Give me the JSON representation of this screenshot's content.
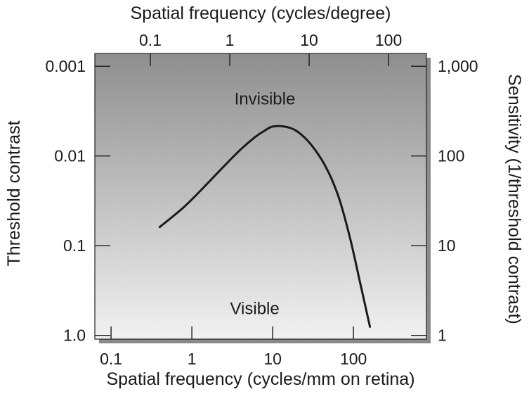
{
  "chart_data": {
    "type": "line",
    "top_axis_label": "Spatial frequency (cycles/degree)",
    "xlabel": "Spatial frequency (cycles/mm on retina)",
    "ylabel": "Threshold contrast",
    "right_ylabel": "Sensitivity (1/threshold contrast)",
    "x_scale": "log",
    "y_scale": "log",
    "xlim": [
      0.063,
      800
    ],
    "top_xlim": [
      0.02,
      300
    ],
    "ylim": [
      1.1,
      0.00072
    ],
    "x_ticks": [
      {
        "value": 0.1,
        "label": "0.1"
      },
      {
        "value": 1,
        "label": "1"
      },
      {
        "value": 10,
        "label": "10"
      },
      {
        "value": 100,
        "label": "100"
      }
    ],
    "top_ticks": [
      {
        "value": 0.1,
        "label": "0.1"
      },
      {
        "value": 1,
        "label": "1"
      },
      {
        "value": 10,
        "label": "10"
      },
      {
        "value": 100,
        "label": "100"
      }
    ],
    "y_ticks_left": [
      {
        "value": 0.001,
        "label": "0.001"
      },
      {
        "value": 0.01,
        "label": "0.01"
      },
      {
        "value": 0.1,
        "label": "0.1"
      },
      {
        "value": 1.0,
        "label": "1.0"
      }
    ],
    "y_ticks_right": [
      {
        "value": 0.001,
        "label": "1,000"
      },
      {
        "value": 0.01,
        "label": "100"
      },
      {
        "value": 0.1,
        "label": "10"
      },
      {
        "value": 1.0,
        "label": "1"
      }
    ],
    "annotations": [
      {
        "text": "Invisible",
        "x": 8,
        "y": 0.0023
      },
      {
        "text": "Visible",
        "x": 6,
        "y": 0.5
      }
    ],
    "grid": false,
    "series": [
      {
        "x": [
          0.4,
          0.8,
          1.5,
          2.5,
          4,
          6,
          8,
          10,
          14,
          20,
          30,
          45,
          65,
          90,
          120,
          160
        ],
        "y": [
          0.062,
          0.037,
          0.021,
          0.013,
          0.0085,
          0.0062,
          0.0052,
          0.0047,
          0.0047,
          0.0053,
          0.0075,
          0.013,
          0.028,
          0.08,
          0.25,
          0.8
        ]
      }
    ]
  }
}
